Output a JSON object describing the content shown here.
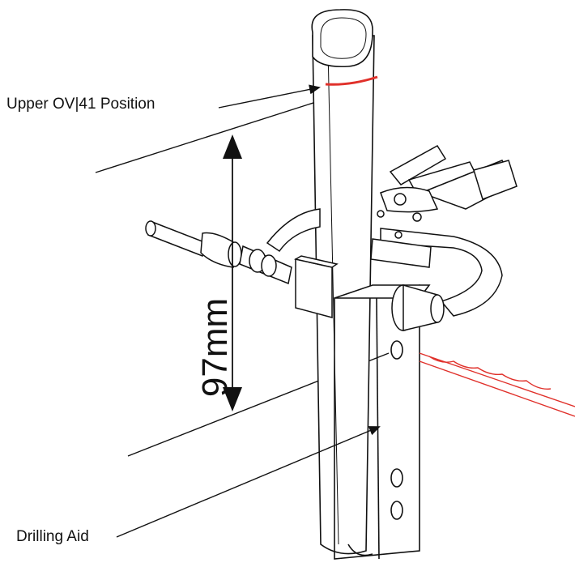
{
  "labels": {
    "upper_position": "Upper OV|41 Position",
    "drilling_aid": "Drilling Aid",
    "dimension": "97mm"
  },
  "colors": {
    "ink": "#111111",
    "marker_red": "#e0302a"
  },
  "icons": [
    "rod",
    "clamp-assembly",
    "drilling-aid-block",
    "drill-bit",
    "dimension-arrow",
    "leader-arrow"
  ]
}
